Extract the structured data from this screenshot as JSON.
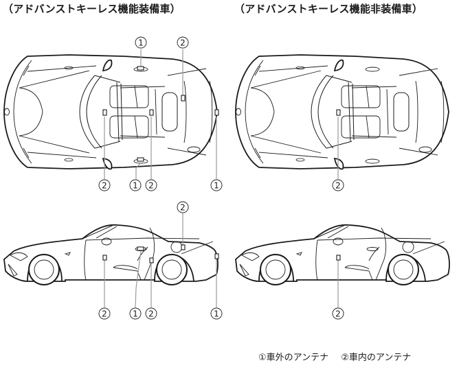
{
  "headings": {
    "left": "（アドバンストキーレス機能装備車）",
    "right": "（アドバンストキーレス機能非装備車）"
  },
  "legend": {
    "item1": "①車外のアンテナ",
    "item2": "②車内のアンテナ"
  },
  "callout_symbols": {
    "1": "①",
    "2": "②"
  },
  "figures": [
    {
      "name": "top-view-equipped",
      "callouts_above": [
        "1",
        "2"
      ],
      "callouts_below": [
        "2",
        "1",
        "2",
        "1"
      ]
    },
    {
      "name": "top-view-not-equipped",
      "callouts_below": [
        "2"
      ]
    },
    {
      "name": "side-view-equipped",
      "callouts_above": [
        "2"
      ],
      "callouts_below": [
        "2",
        "1",
        "2",
        "1"
      ]
    },
    {
      "name": "side-view-not-equipped",
      "callouts_below": [
        "2"
      ]
    }
  ],
  "colors": {
    "line": "#1a1a1a",
    "leader": "#9a9a9a"
  }
}
